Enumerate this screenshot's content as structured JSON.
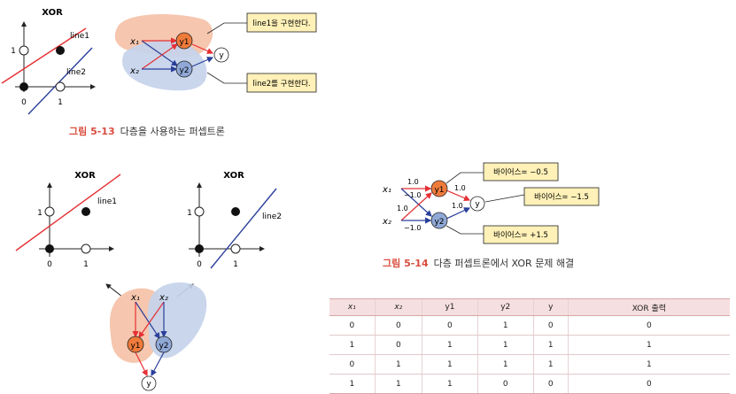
{
  "fig13": {
    "plot_title": "XOR",
    "line1": "line1",
    "line2": "line2",
    "tick0": "0",
    "tick1x": "1",
    "tick1y": "1",
    "x1": "x₁",
    "x2": "x₂",
    "y1": "y1",
    "y2": "y2",
    "y": "y",
    "callout1": "line1을 구현한다.",
    "callout2": "line2를 구현한다.",
    "caption_num": "그림 5-13",
    "caption_text": "다층을 사용하는 퍼셉트론"
  },
  "fig_lower": {
    "left_title": "XOR",
    "right_title": "XOR",
    "line1": "line1",
    "line2": "line2",
    "tick0_left": "0",
    "tick1x_left": "1",
    "tick1y_left": "1",
    "tick0_right": "0",
    "tick1x_right": "1",
    "tick1y_right": "1",
    "x1": "x₁",
    "x2": "x₂",
    "y1": "y1",
    "y2": "y2",
    "y": "y"
  },
  "fig14": {
    "x1": "x₁",
    "x2": "x₂",
    "y1": "y1",
    "y2": "y2",
    "y": "y",
    "w_x1_y1": "1.0",
    "w_x1_y2": "−1.0",
    "w_x2_y1": "1.0",
    "w_x2_y2": "−1.0",
    "w_y1_y": "1.0",
    "w_y2_y": "1.0",
    "bias_y1": "바이어스= −0.5",
    "bias_y": "바이어스= −1.5",
    "bias_y2": "바이어스= +1.5",
    "caption_num": "그림 5-14",
    "caption_text": "다층 퍼셉트론에서 XOR 문제 해결"
  },
  "table": {
    "headers": [
      "x₁",
      "x₂",
      "y1",
      "y2",
      "y",
      "XOR 출력"
    ],
    "rows": [
      [
        "0",
        "0",
        "0",
        "1",
        "0",
        "0"
      ],
      [
        "1",
        "0",
        "1",
        "1",
        "1",
        "1"
      ],
      [
        "0",
        "1",
        "1",
        "1",
        "1",
        "1"
      ],
      [
        "1",
        "1",
        "1",
        "0",
        "0",
        "0"
      ]
    ]
  },
  "colors": {
    "red": "#e53034",
    "blue": "#2a3f9a",
    "orange_node": "#ef7b3b",
    "blue_node": "#8fa8d6",
    "peach_region": "#f6c6ae",
    "blue_region": "#c4d2ea",
    "callout_fill": "#fff1b8",
    "caption_red": "#d94d3f",
    "table_header_bg": "#f6dfe0"
  }
}
